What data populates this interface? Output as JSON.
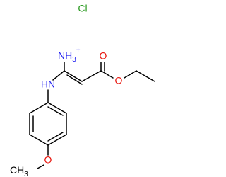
{
  "molecule": {
    "counterion": "Cl",
    "ammonium": {
      "symbol": "NH",
      "subscript": "3",
      "charge": "+"
    },
    "amine": "HN",
    "carbonyl_oxygen": "O",
    "ester_oxygen": "O",
    "ether_oxygen": "O",
    "methyl": {
      "symbol": "CH",
      "subscript": "3"
    }
  },
  "colors": {
    "carbon": "#000000",
    "nitrogen": "#1e1ef0",
    "oxygen": "#e8140c",
    "chlorine": "#2a9a20"
  }
}
